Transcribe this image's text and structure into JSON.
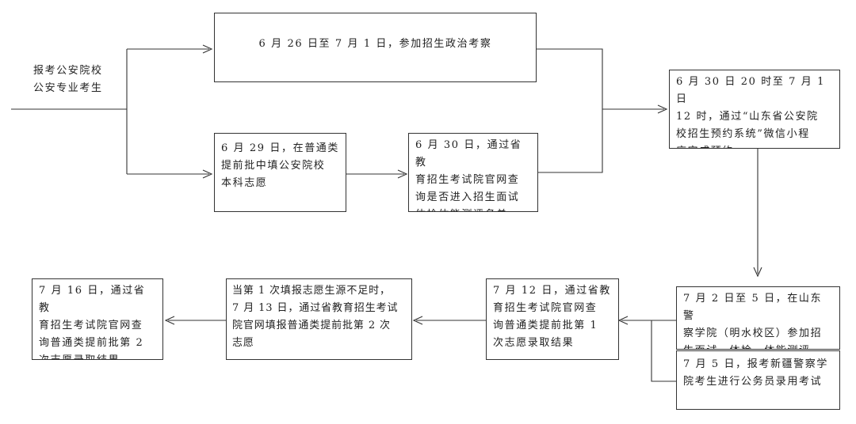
{
  "start": {
    "line1": "报考公安院校",
    "line2": "公安专业考生"
  },
  "steps": {
    "political_review": "6 月 26 日至 7 月 1 日，参加招生政治考察",
    "fill_volunteer": "6 月 29 日，在普通类\n提前批中填公安院校\n本科志愿",
    "check_shortlist": "6 月 30 日，通过省教\n育招生考试院官网查\n询是否进入招生面试\n体检体能测评名单",
    "reservation": "6 月 30 日 20 时至 7 月 1 日\n12 时，通过“山东省公安院\n校招生预约系统”微信小程\n序完成预约",
    "interview": "7 月 2 日至 5 日，在山东警\n察学院（明水校区）参加招\n生面试、体检、体能测评",
    "xinjiang_exam": "7 月 5 日，报考新疆警察学\n院考生进行公务员录用考试",
    "first_result": "7 月 12 日，通过省教\n育招生考试院官网查\n询普通类提前批第 1\n次志愿录取结果",
    "second_fill": "当第 1 次填报志愿生源不足时，\n7 月 13 日，通过省教育招生考试\n院官网填报普通类提前批第 2 次\n志愿",
    "second_result": "7 月 16 日，通过省教\n育招生考试院官网查\n询普通类提前批第 2\n次志愿录取结果"
  }
}
